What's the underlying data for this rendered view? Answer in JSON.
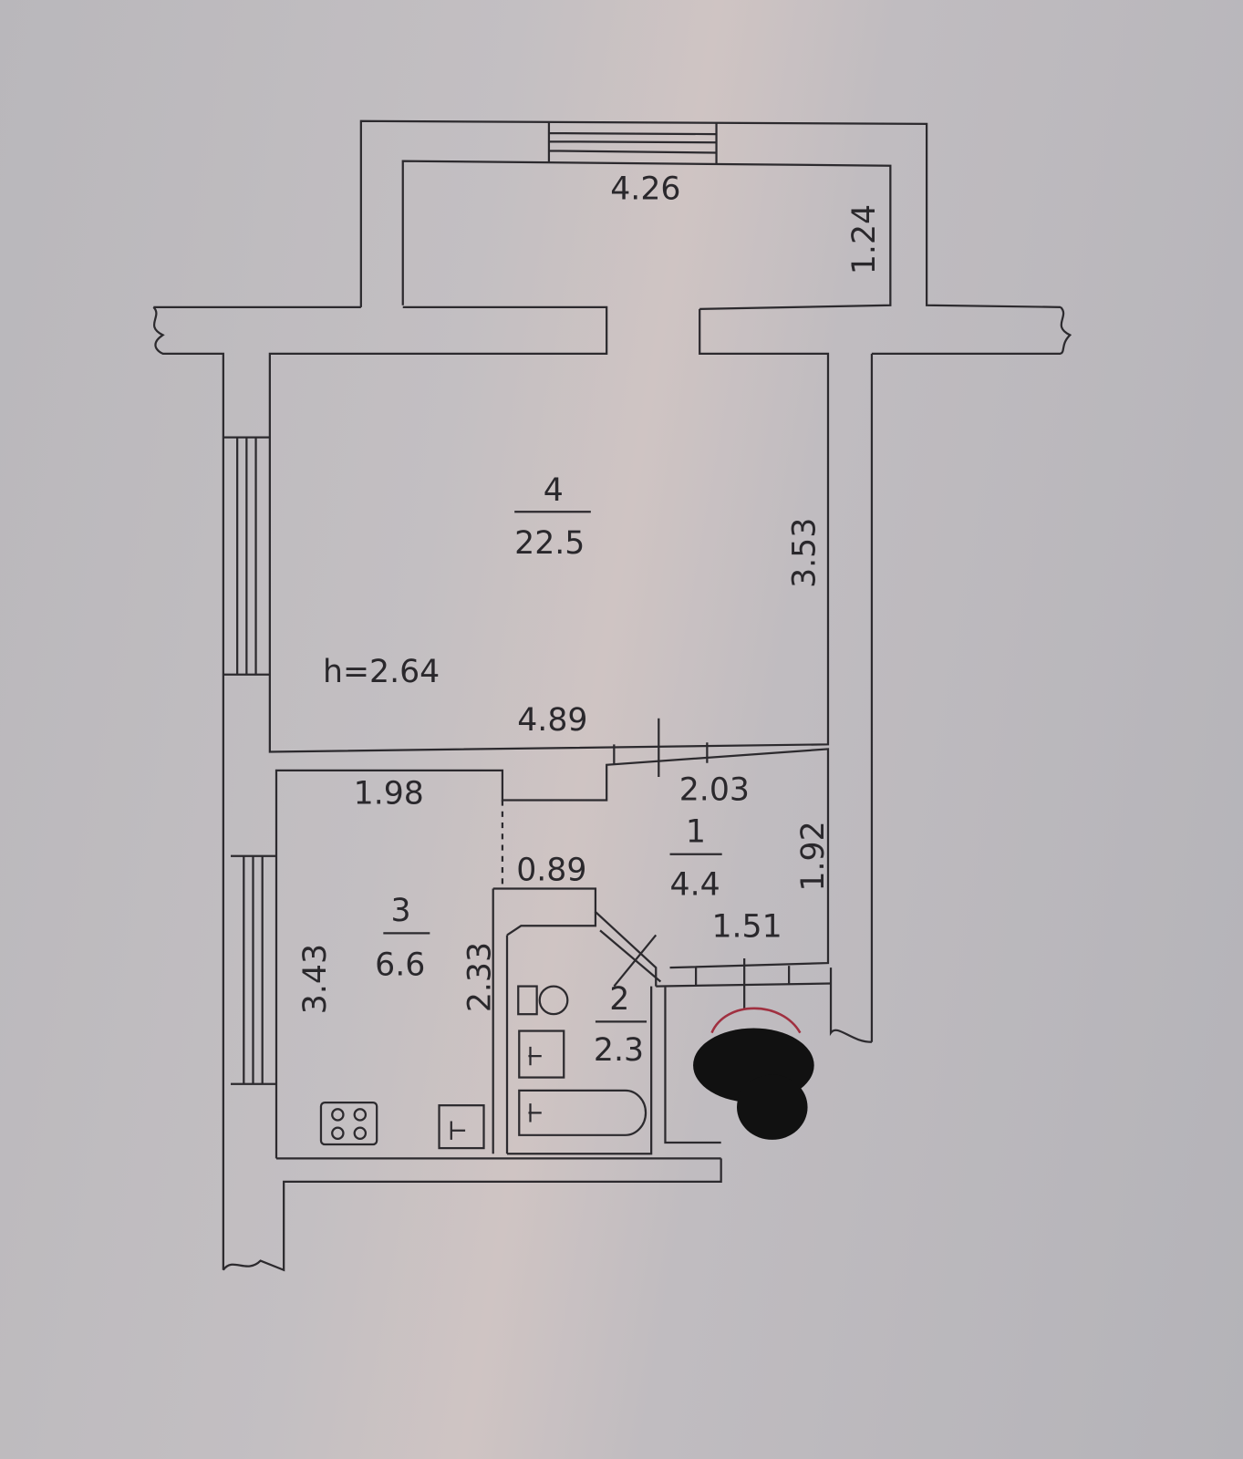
{
  "plan": {
    "balcony": {
      "width": "4.26",
      "depth": "1.24"
    },
    "rooms": [
      {
        "number": "4",
        "area": "22.5",
        "width": "4.89",
        "length": "3.53",
        "height": "h=2.64"
      },
      {
        "number": "3",
        "area": "6.6",
        "width": "1.98",
        "length": "3.43",
        "side": "2.33"
      },
      {
        "number": "1",
        "area": "4.4",
        "width": "2.03",
        "length": "1.92",
        "opening": "0.89",
        "bottom": "1.51"
      },
      {
        "number": "2",
        "area": "2.3"
      }
    ]
  }
}
